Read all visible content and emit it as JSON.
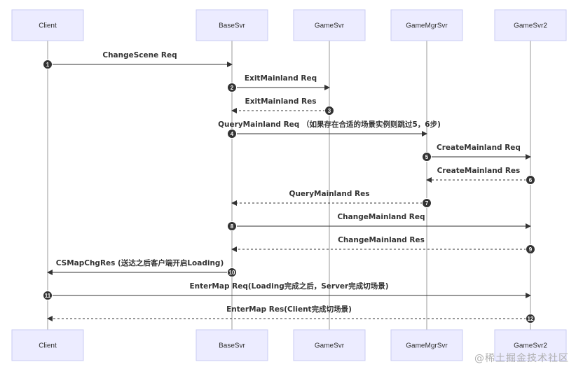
{
  "participants": [
    "Client",
    "BaseSvr",
    "GameSvr",
    "GameMgrSvr",
    "GameSvr2"
  ],
  "messages": [
    {
      "num": "1",
      "from": 0,
      "to": 1,
      "label": "ChangeScene Req",
      "dashed": false
    },
    {
      "num": "2",
      "from": 1,
      "to": 2,
      "label": "ExitMainland Req",
      "dashed": false
    },
    {
      "num": "3",
      "from": 2,
      "to": 1,
      "label": "ExitMainland Res",
      "dashed": true
    },
    {
      "num": "4",
      "from": 1,
      "to": 3,
      "label": "QueryMainland Req （如果存在合适的场景实例则跳过5，6步)",
      "dashed": false
    },
    {
      "num": "5",
      "from": 3,
      "to": 4,
      "label": "CreateMainland Req",
      "dashed": false
    },
    {
      "num": "6",
      "from": 4,
      "to": 3,
      "label": "CreateMainland Res",
      "dashed": true
    },
    {
      "num": "7",
      "from": 3,
      "to": 1,
      "label": "QueryMainland Res",
      "dashed": true
    },
    {
      "num": "8",
      "from": 1,
      "to": 4,
      "label": "ChangeMainland Req",
      "dashed": false
    },
    {
      "num": "9",
      "from": 4,
      "to": 1,
      "label": "ChangeMainland Res",
      "dashed": true
    },
    {
      "num": "10",
      "from": 1,
      "to": 0,
      "label": "CSMapChgRes (送达之后客户端开启Loading)",
      "dashed": false
    },
    {
      "num": "11",
      "from": 0,
      "to": 4,
      "label": "EnterMap Req(Loading完成之后，Server完成切场景)",
      "dashed": false
    },
    {
      "num": "12",
      "from": 4,
      "to": 0,
      "label": "EnterMap Res(Client完成切场景)",
      "dashed": true
    }
  ],
  "watermark": "@稀土掘金技术社区"
}
